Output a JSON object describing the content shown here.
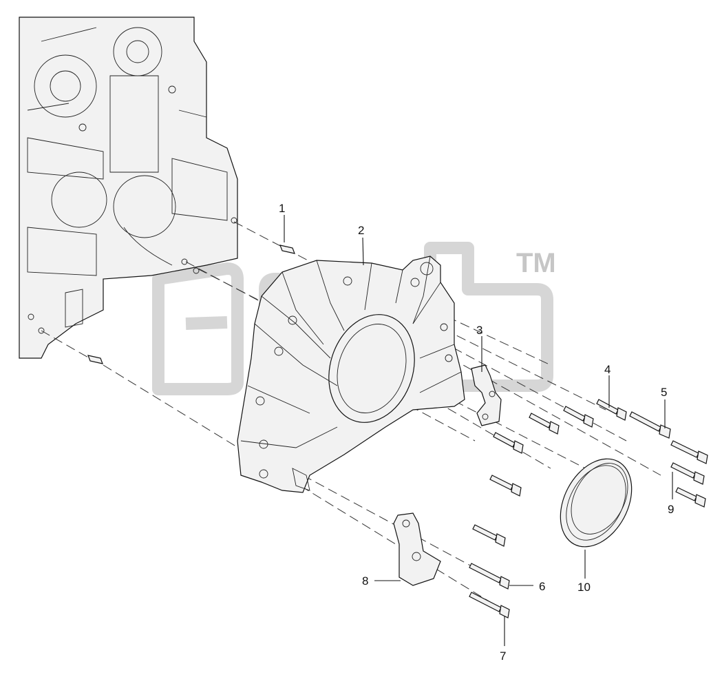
{
  "watermark": {
    "trademark": "TM"
  },
  "callouts": [
    {
      "id": "1",
      "label": "1"
    },
    {
      "id": "2",
      "label": "2"
    },
    {
      "id": "3",
      "label": "3"
    },
    {
      "id": "4",
      "label": "4"
    },
    {
      "id": "5",
      "label": "5"
    },
    {
      "id": "6",
      "label": "6"
    },
    {
      "id": "7",
      "label": "7"
    },
    {
      "id": "8",
      "label": "8"
    },
    {
      "id": "9",
      "label": "9"
    },
    {
      "id": "10",
      "label": "10"
    }
  ]
}
